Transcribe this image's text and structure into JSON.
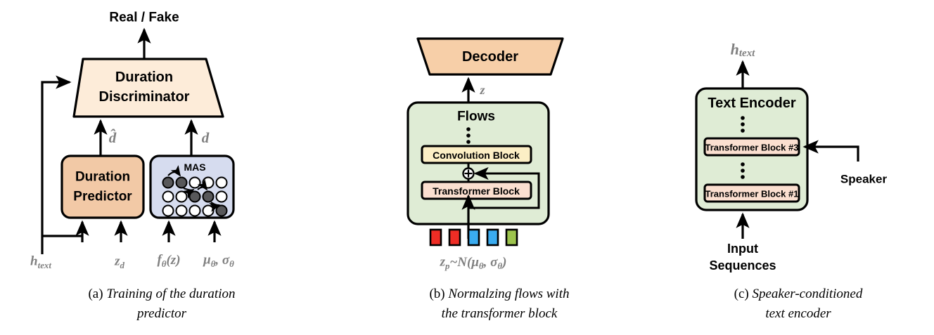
{
  "figure": {
    "type": "diagram",
    "title": "TTS model architecture components",
    "panels": [
      {
        "id": "a",
        "caption_label": "(a)",
        "caption_text": "Training of the duration predictor",
        "caption_line1": "Training of the duration",
        "caption_line2": "predictor",
        "nodes": {
          "output_label": "Real / Fake",
          "discriminator": "Duration Discriminator",
          "discriminator_line1": "Duration",
          "discriminator_line2": "Discriminator",
          "predictor": "Duration Predictor",
          "predictor_line1": "Duration",
          "predictor_line2": "Predictor",
          "mas_label": "MAS"
        },
        "edge_labels": {
          "d_hat": "d̂",
          "d": "d"
        },
        "inputs": [
          {
            "name": "h_text",
            "base": "h",
            "sub": "text"
          },
          {
            "name": "z_d",
            "base": "z",
            "sub": "d"
          },
          {
            "name": "f_theta_z",
            "base": "f",
            "sub": "θ",
            "tail": "(z)"
          },
          {
            "name": "mu_sigma",
            "base": "μ",
            "sub": "θ",
            "tail": ", σ",
            "sub2": "θ"
          }
        ],
        "mas_grid": {
          "rows": 3,
          "cols": 5,
          "filled": [
            [
              true,
              true,
              false,
              false,
              false
            ],
            [
              false,
              false,
              true,
              true,
              false
            ],
            [
              false,
              false,
              false,
              false,
              true
            ]
          ]
        }
      },
      {
        "id": "b",
        "caption_label": "(b)",
        "caption_text": "Normalzing flows with the transformer block",
        "caption_line1": "Normalzing flows with",
        "caption_line2": "the transformer block",
        "nodes": {
          "decoder": "Decoder",
          "flows": "Flows",
          "convolution_block": "Convolution Block",
          "transformer_block": "Transformer Block"
        },
        "edge_labels": {
          "z": "z"
        },
        "input_formula": {
          "base": "z",
          "sub": "p",
          "tail": "~N(μ",
          "sub2": "θ",
          "tail2": ", σ",
          "sub3": "θ",
          "tail3": ")"
        },
        "tokens": [
          {
            "color": "#ef2d25"
          },
          {
            "color": "#ef2d25"
          },
          {
            "color": "#3aacf0"
          },
          {
            "color": "#3aacf0"
          },
          {
            "color": "#9dc44d"
          }
        ],
        "ellipsis_dots": 3,
        "add_node": "⊕"
      },
      {
        "id": "c",
        "caption_label": "(c)",
        "caption_text": "Speaker-conditioned text encoder",
        "caption_line1": "Speaker-conditioned",
        "caption_line2": "text encoder",
        "nodes": {
          "text_encoder": "Text Encoder",
          "block_3": "Transformer Block #3",
          "block_1": "Transformer Block #1",
          "speaker": "Speaker",
          "input_line1": "Input",
          "input_line2": "Sequences"
        },
        "output_label": {
          "base": "h",
          "sub": "text"
        },
        "ellipsis_dots": 3
      }
    ]
  },
  "colors": {
    "cream": "#fdecd9",
    "peach": "#f2c9a6",
    "decoder_peach": "#f7cfa8",
    "blue_lavender": "#d6dcef",
    "green": "#dfecd5",
    "pale_yellow": "#fcefc5",
    "pale_pink": "#fbdfd0",
    "stroke": "#000000",
    "math_gray": "#808080",
    "token_red": "#ef2d25",
    "token_blue": "#3aacf0",
    "token_green": "#9dc44d"
  }
}
